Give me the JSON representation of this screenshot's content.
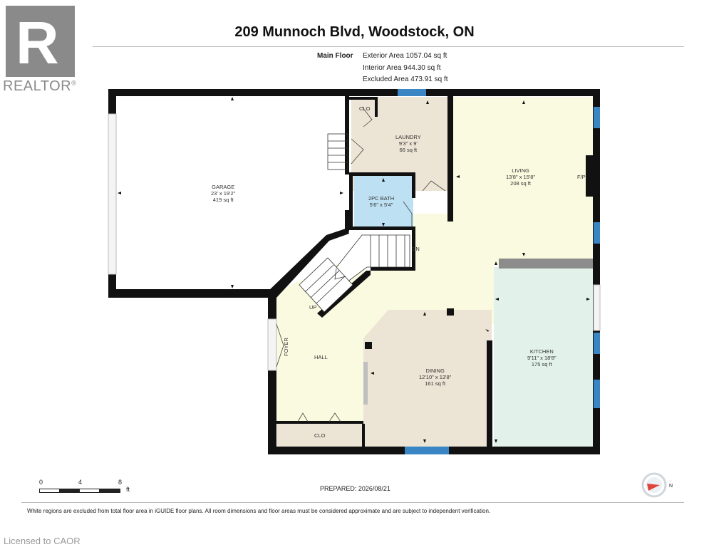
{
  "branding": {
    "logo_letter": "R",
    "logo_text": "REALTOR",
    "registered_mark": "®"
  },
  "header": {
    "title": "209 Munnoch Blvd, Woodstock, ON",
    "floor_label": "Main Floor",
    "exterior_area": "Exterior Area 1057.04 sq ft",
    "interior_area": "Interior Area 944.30 sq ft",
    "excluded_area": "Excluded Area 473.91 sq ft"
  },
  "rooms": {
    "garage": {
      "name": "GARAGE",
      "dims": "23' x 19'2\"",
      "area": "419 sq ft"
    },
    "laundry": {
      "name": "LAUNDRY",
      "dims": "9'3\" x 9'",
      "area": "66 sq ft"
    },
    "bath": {
      "name": "2PC BATH",
      "dims": "5'6\" x 5'4\""
    },
    "living": {
      "name": "LIVING",
      "dims": "13'8\" x 15'8\"",
      "area": "208 sq ft"
    },
    "kitchen": {
      "name": "KITCHEN",
      "dims": "9'11\" x 18'8\"",
      "area": "175 sq ft"
    },
    "dining": {
      "name": "DINING",
      "dims": "12'10\" x 13'8\"",
      "area": "161 sq ft"
    },
    "hall": {
      "name": "HALL"
    },
    "foyer": {
      "name": "FOYER"
    },
    "clo_top": {
      "name": "CLO"
    },
    "clo_bottom": {
      "name": "CLO"
    }
  },
  "plan_labels": {
    "fireplace": "F/P",
    "stairs_up": "UP",
    "stairs_down": "DN"
  },
  "colors": {
    "wall": "#111111",
    "garage": "#ffffff",
    "laundry": "#ece4d4",
    "bath": "#bde0f2",
    "living": "#fafae0",
    "kitchen": "#e2f2ea",
    "dining": "#ece4d4",
    "window": "#3a86c5"
  },
  "scale": {
    "ticks": [
      "0",
      "4",
      "8"
    ],
    "unit": "ft"
  },
  "prepared": "PREPARED: 2026/08/21",
  "compass_label": "N",
  "footnote": "White regions are excluded from total floor area in iGUIDE floor plans. All room dimensions and floor areas must be considered approximate and are subject to independent verification.",
  "license": "Licensed to CAOR"
}
